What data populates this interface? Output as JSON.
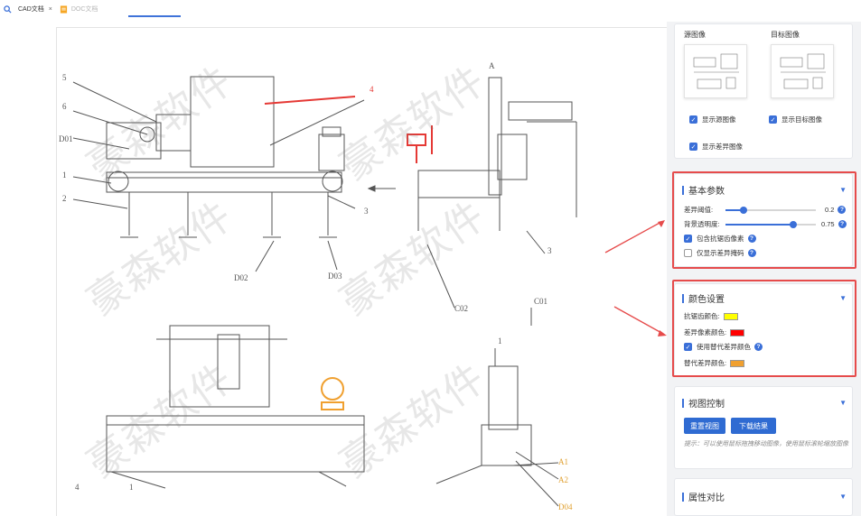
{
  "tabs": [
    {
      "label": "CAD文档",
      "close": "×",
      "active": true
    },
    {
      "label": "DOC文档",
      "close": "",
      "active": false
    }
  ],
  "drawing": {
    "labels": {
      "l5": "5",
      "l6": "6",
      "l001": "D01",
      "l1": "1",
      "l2": "2",
      "l4": "4",
      "l3": "3",
      "lD02": "D02",
      "lD03": "D03",
      "lA": "A",
      "l3b": "3",
      "lC02": "C02",
      "lC01": "C01",
      "l1b": "1",
      "lA1": "A1",
      "lA2": "A2",
      "lD04": "D04",
      "l4b": "4",
      "l1c": "1"
    },
    "watermark": "豪森软件"
  },
  "panel": {
    "source_label": "源图像",
    "target_label": "目标图像",
    "show_source": "显示源图像",
    "show_target": "显示目标图像",
    "show_diff": "显示差异图像",
    "basic": {
      "title": "基本参数",
      "threshold_label": "差异阈值:",
      "threshold_value": "0.2",
      "threshold_fraction": 0.2,
      "opacity_label": "背景透明度:",
      "opacity_value": "0.75",
      "opacity_fraction": 0.75,
      "antialias": "包含抗锯齿像素",
      "mask_only": "仅显示差异掩码"
    },
    "colors": {
      "title": "颜色设置",
      "antialias_color_label": "抗锯齿颜色:",
      "antialias_color": "#ffff00",
      "diff_color_label": "差异像素颜色:",
      "diff_color": "#ff0000",
      "use_alt": "使用替代差异颜色",
      "alt_color_label": "替代差异颜色:",
      "alt_color": "#f0a030"
    },
    "view": {
      "title": "视图控制",
      "reset_btn": "重置视图",
      "download_btn": "下载结果",
      "hint": "提示：可以使用鼠标拖拽移动图像，使用鼠标滚轮缩放图像"
    },
    "compare": {
      "title": "属性对比"
    }
  },
  "accent": "#3a6fd8"
}
